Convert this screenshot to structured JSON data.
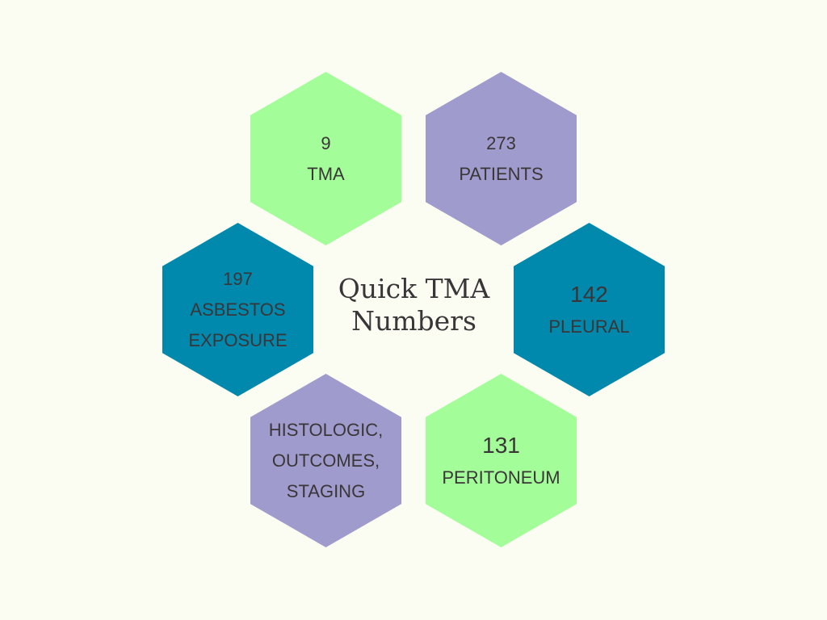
{
  "title": {
    "line1": "Quick TMA",
    "line2": "Numbers"
  },
  "colors": {
    "green": "#A3FD98",
    "purple": "#A09BCD",
    "teal": "#0088AD",
    "background": "#FBFDF3"
  },
  "hexagons": [
    {
      "lines": [
        "9",
        "TMA"
      ]
    },
    {
      "lines": [
        "273",
        "PATIENTS"
      ]
    },
    {
      "lines": [
        "197",
        "ASBESTOS",
        "EXPOSURE"
      ]
    },
    {
      "lines": [
        "142",
        "PLEURAL"
      ]
    },
    {
      "lines": [
        "HISTOLOGIC,",
        "OUTCOMES,",
        "STAGING"
      ]
    },
    {
      "lines": [
        "131",
        "PERITONEUM"
      ]
    }
  ]
}
